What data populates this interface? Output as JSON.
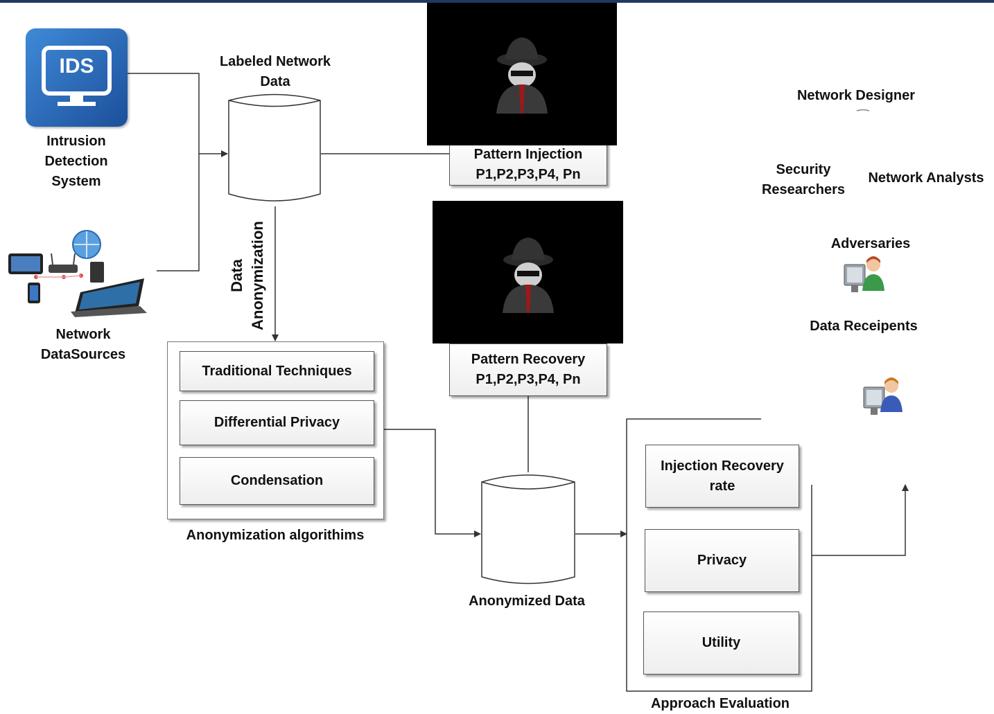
{
  "ids": {
    "label": "Intrusion\nDetection\nSystem",
    "icon_text": "IDS"
  },
  "sources": {
    "label": "Network\nDataSources"
  },
  "labeled_data": {
    "label": "Labeled Network\nData"
  },
  "data_anonymization": {
    "label": "Data\nAnonymization"
  },
  "injection": {
    "label": "Pattern Injection\nP1,P2,P3,P4, Pn"
  },
  "recovery": {
    "label": "Pattern Recovery\nP1,P2,P3,P4, Pn"
  },
  "algorithms": {
    "items": [
      "Traditional Techniques",
      "Differential Privacy",
      "Condensation"
    ],
    "caption": "Anonymization algorithims"
  },
  "anonymized": {
    "label": "Anonymized Data"
  },
  "evaluation": {
    "items": [
      "Injection Recovery\nrate",
      "Privacy",
      "Utility"
    ],
    "caption": "Approach Evaluation"
  },
  "recipients": {
    "network_designer": "Network Designer",
    "security_researchers": "Security\nResearchers",
    "network_analysts": "Network Analysts",
    "adversaries": "Adversaries",
    "data_receipents": "Data Receipents"
  }
}
